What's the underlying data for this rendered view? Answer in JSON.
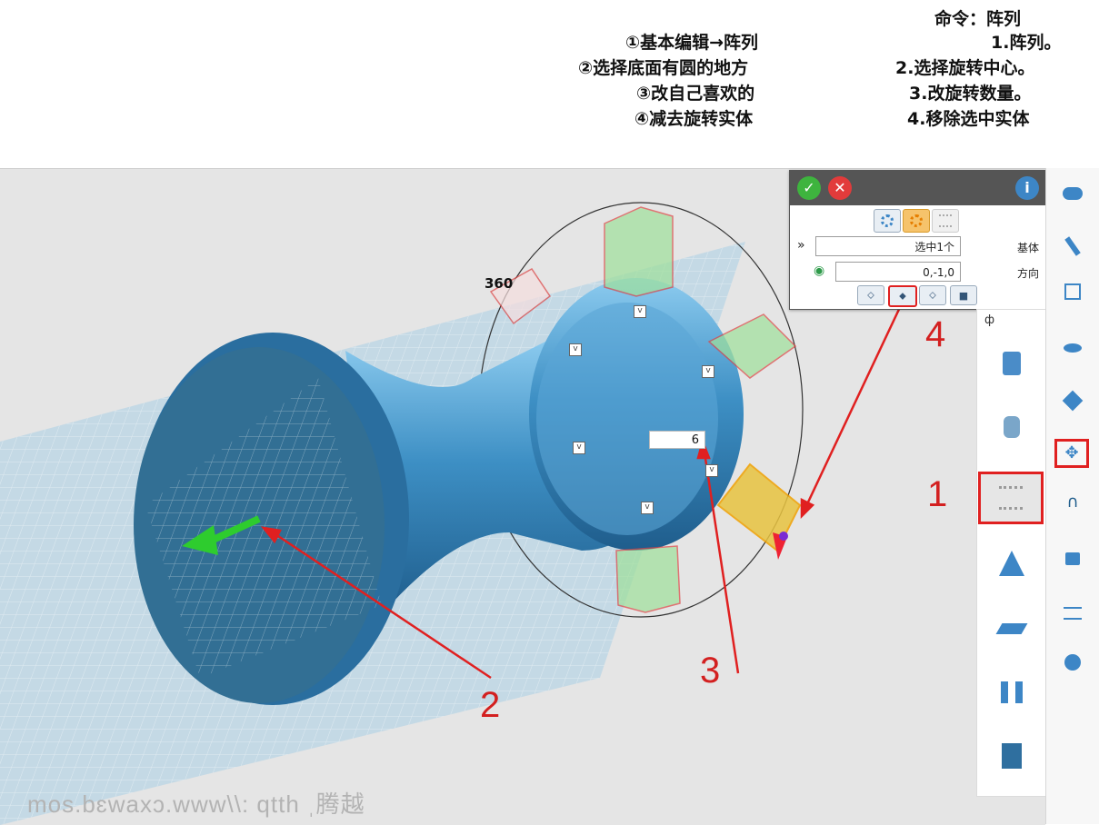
{
  "tutorial": {
    "right_lines": [
      "命令：阵列",
      "1.阵列。",
      "2.选择旋转中心。",
      "3.改旋转数量。",
      "4.移除选中实体"
    ],
    "left_lines": [
      "①基本编辑→阵列",
      "②选择底面有圆的地方",
      "③改自己喜欢的",
      "④减去旋转实体"
    ]
  },
  "dialog": {
    "ok_icon": "check-icon",
    "cancel_icon": "close-icon",
    "info_icon": "info-icon",
    "base_label": "基体",
    "base_value": "选中1个",
    "direction_label": "方向",
    "direction_value": "0,-1,0",
    "expand_glyph": "»"
  },
  "viewport": {
    "angle_value": "360",
    "count_value": "6",
    "arrow_color": "#2ecc2e",
    "model_color": "#3d8fc4"
  },
  "annotations": {
    "n1": "1",
    "n2": "2",
    "n3": "3",
    "n4": "4",
    "color": "#e02020"
  },
  "right_toolbar": {
    "icons": [
      "cloud-icon",
      "pen-icon",
      "sketch-icon",
      "eye-icon",
      "cube-icon",
      "move-icon",
      "magnet-icon",
      "shape-icon",
      "ruler-icon",
      "sphere-icon"
    ]
  },
  "sub_panel": {
    "pin_glyph": "ф",
    "icons": [
      "edit-icon",
      "shell-icon",
      "array-icon",
      "mirror-icon",
      "offset-icon",
      "split-icon",
      "pattern-icon"
    ]
  },
  "watermark": "mos.bɛwaxɔ.www\\\\: qtth ˌ腾越"
}
